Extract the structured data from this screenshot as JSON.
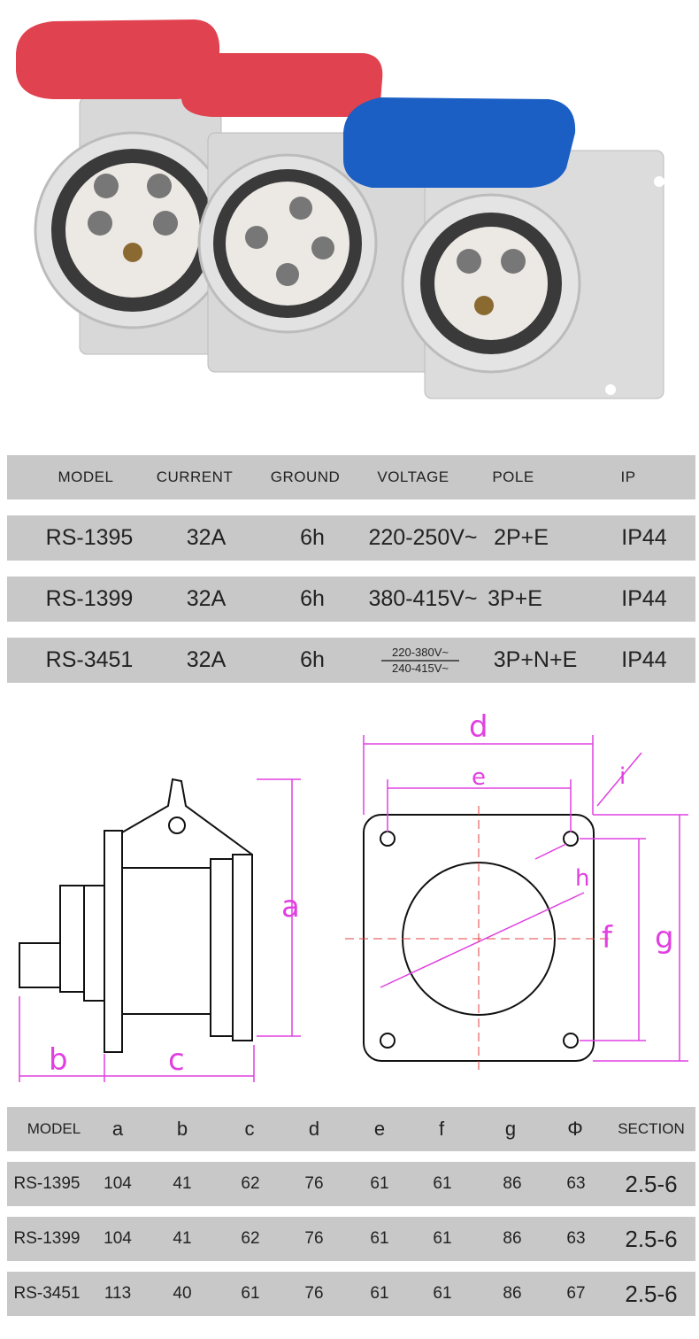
{
  "spec_table": {
    "headers": [
      "MODEL",
      "CURRENT",
      "GROUND",
      "VOLTAGE",
      "POLE",
      "IP"
    ],
    "rows": [
      {
        "model": "RS-1395",
        "current": "32A",
        "ground": "6h",
        "voltage": "220-250V~",
        "pole": "2P+E",
        "ip": "IP44"
      },
      {
        "model": "RS-1399",
        "current": "32A",
        "ground": "6h",
        "voltage": "380-415V~",
        "pole": "3P+E",
        "ip": "IP44"
      },
      {
        "model": "RS-3451",
        "current": "32A",
        "ground": "6h",
        "voltage_top": "220-380V~",
        "voltage_bottom": "240-415V~",
        "pole": "3P+N+E",
        "ip": "IP44"
      }
    ]
  },
  "diagram": {
    "labels": {
      "a": "a",
      "b": "b",
      "c": "c",
      "d": "d",
      "e": "e",
      "f": "f",
      "g": "g",
      "h": "h",
      "i": "i"
    },
    "line_color": "#e040e0"
  },
  "dim_table": {
    "headers": [
      "MODEL",
      "a",
      "b",
      "c",
      "d",
      "e",
      "f",
      "g",
      "Φ",
      "SECTION"
    ],
    "rows": [
      [
        "RS-1395",
        "104",
        "41",
        "62",
        "76",
        "61",
        "61",
        "86",
        "63",
        "2.5-6"
      ],
      [
        "RS-1399",
        "104",
        "41",
        "62",
        "76",
        "61",
        "61",
        "86",
        "63",
        "2.5-6"
      ],
      [
        "RS-3451",
        "113",
        "40",
        "61",
        "76",
        "61",
        "61",
        "86",
        "67",
        "2.5-6"
      ]
    ]
  },
  "colors": {
    "red_cover": "#e0424f",
    "blue_cover": "#1c5fc4",
    "table_bg": "#c8c8c8"
  }
}
